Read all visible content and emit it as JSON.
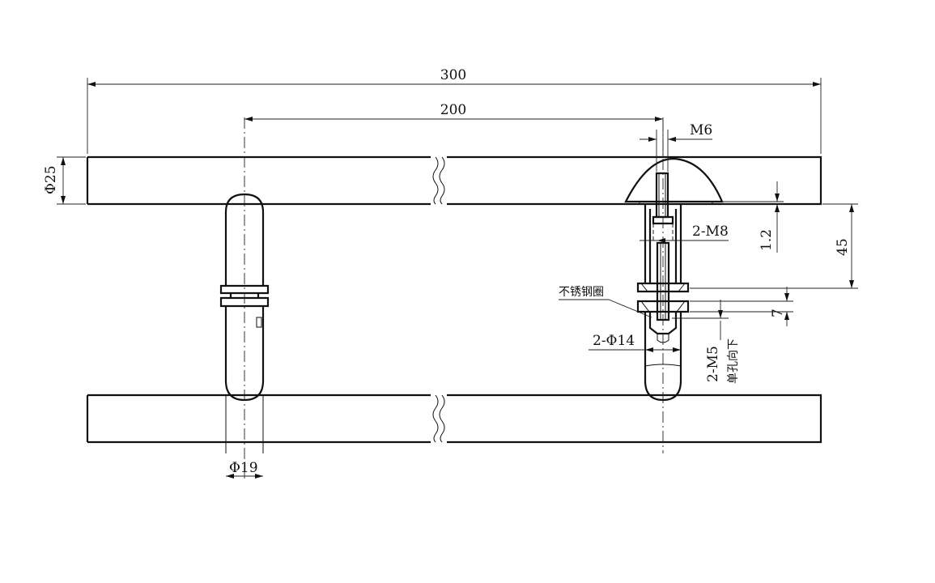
{
  "dimensions": {
    "overall_length": "300",
    "center_distance": "200",
    "bar_diameter": "Φ25",
    "thread_m6": "M6",
    "thread_2m8": "2-M8",
    "gap_1_2": "1.2",
    "standoff_45": "45",
    "ring_7": "7",
    "hole_2phi14": "2-Φ14",
    "thread_2m5": "2-M5",
    "note_single_hole_down": "单孔向下",
    "post_diameter": "Φ19"
  },
  "notes": {
    "stainless_ring": "不锈钢圈"
  }
}
